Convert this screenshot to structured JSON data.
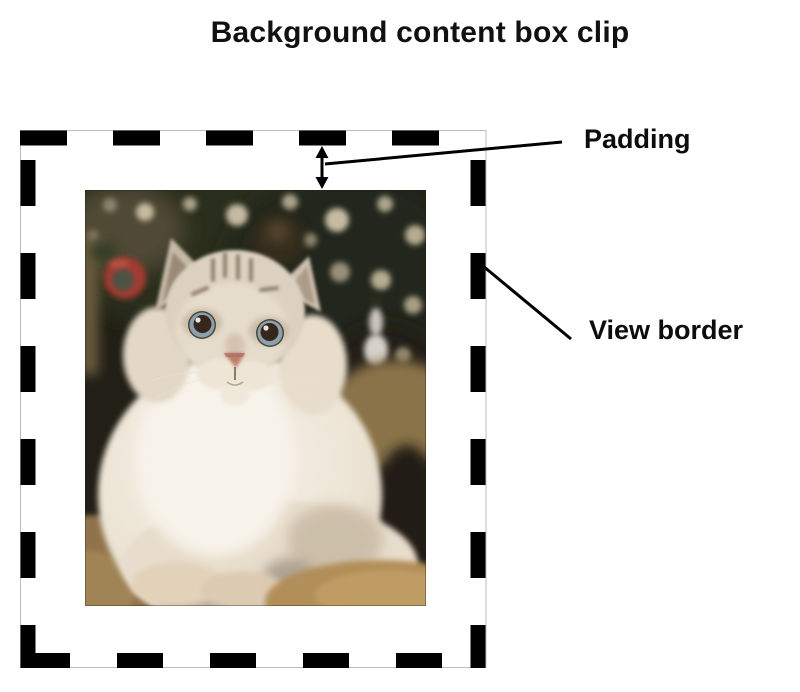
{
  "page": {
    "background_color": "#ffffff"
  },
  "title": {
    "text": "Background content box clip"
  },
  "annotations": {
    "padding": {
      "label": "Padding"
    },
    "view_border": {
      "label": "View border"
    }
  },
  "figure": {
    "border_color": "#000000",
    "outline_color": "#bdbdbd",
    "annotation_color": "#000000",
    "photo": {
      "name": "cat-photo"
    }
  }
}
